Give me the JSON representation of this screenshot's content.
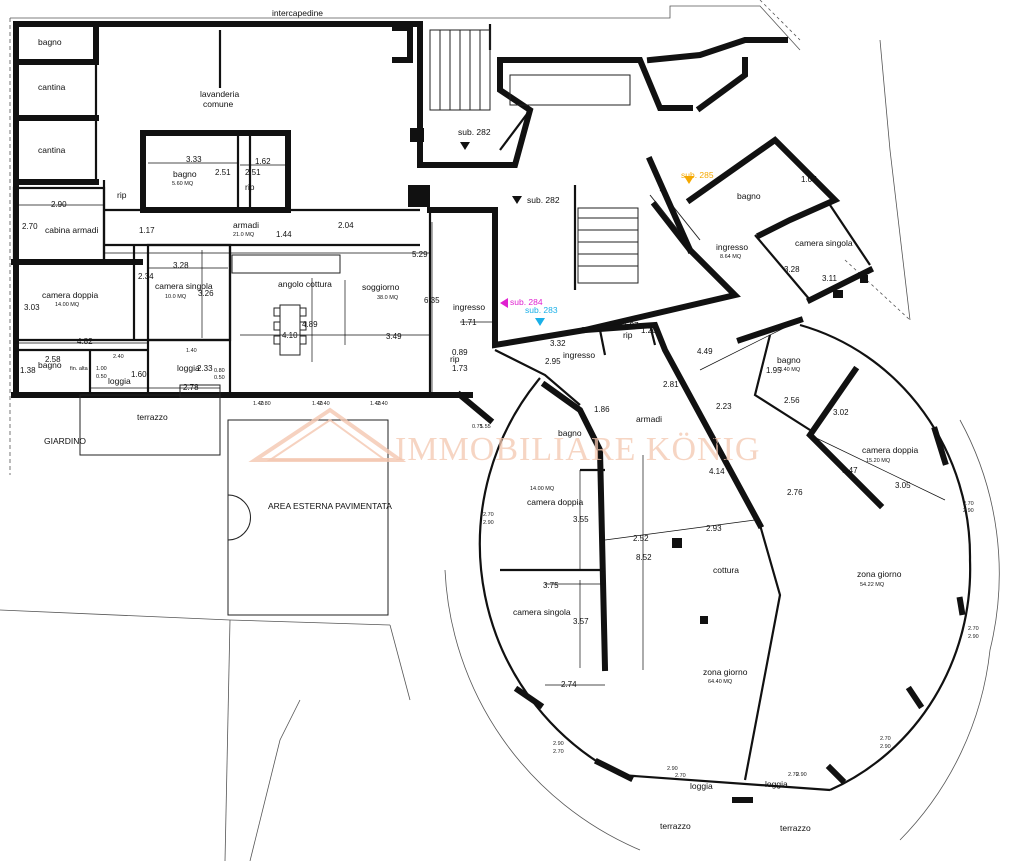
{
  "watermark": "IMMOBILIARE KÖNIG",
  "colors": {
    "sub285": "#f5a800",
    "sub284": "#e020d0",
    "sub283": "#1ab0e8",
    "watermark": "#f4c7b0"
  },
  "rooms": {
    "intercapedine": "intercapedine",
    "bagno_top": "bagno",
    "cantina1": "cantina",
    "cantina2": "cantina",
    "lavanderia1": "lavanderia",
    "lavanderia2": "comune",
    "bagno_mid": "bagno",
    "bagno_mid_area": "5.60 MQ",
    "rip1": "rip",
    "rip2": "rip",
    "cabina_armadi": "cabina armadi",
    "armadi_w": "armadi",
    "armadi_w_area": "21.0 MQ",
    "camera_doppia_w": "camera doppia",
    "camera_doppia_w_area": "14.00 MQ",
    "camera_singola_w": "camera singola",
    "camera_singola_w_area": "10.0 MQ",
    "angolo_cottura": "angolo cottura",
    "soggiorno": "soggiorno",
    "soggiorno_area": "38.0 MQ",
    "ingresso_w": "ingresso",
    "rip_w": "rip",
    "bagno_w": "bagno",
    "fin_alta": "fin. alta",
    "loggia_w1": "loggia",
    "loggia_w2": "loggia",
    "terrazzo_w": "terrazzo",
    "giardino": "GIARDINO",
    "area_esterna": "AREA ESTERNA PAVIMENTATA",
    "bagno_ne": "bagno",
    "ingresso_ne": "ingresso",
    "ingresso_ne_area": "8.64 MQ",
    "camera_singola_ne": "camera singola",
    "ingresso_c": "ingresso",
    "rip_c": "rip",
    "armadi_c": "armadi",
    "bagno_e": "bagno",
    "bagno_e_area": "3.40 MQ",
    "camera_doppia_e": "camera doppia",
    "camera_doppia_e_area": "15.20 MQ",
    "bagno_s": "bagno",
    "camera_doppia_s": "camera doppia",
    "camera_doppia_s_area": "14.00 MQ",
    "camera_singola_s": "camera singola",
    "cottura": "cottura",
    "zona_giorno_c": "zona giorno",
    "zona_giorno_c_area": "64.40 MQ",
    "zona_giorno_e": "zona giorno",
    "zona_giorno_e_area": "54.22 MQ",
    "loggia_s1": "loggia",
    "loggia_s2": "loggia",
    "terrazzo_s1": "terrazzo",
    "terrazzo_s2": "terrazzo"
  },
  "subs": {
    "sub282a": "sub. 282",
    "sub282b": "sub. 282",
    "sub285": "sub. 285",
    "sub284": "sub. 284",
    "sub283": "sub. 283"
  },
  "dims": {
    "d333": "3.33",
    "d251a": "2.51",
    "d162": "1.62",
    "d251b": "2.51",
    "d290": "2.90",
    "d270": "2.70",
    "d117": "1.17",
    "d144": "1.44",
    "d204": "2.04",
    "d529": "5.29",
    "d328w": "3.28",
    "d234": "2.34",
    "d326": "3.26",
    "d303": "3.03",
    "d489": "4.89",
    "d410": "4.10",
    "d349": "3.49",
    "d635": "6.35",
    "d171": "1.71",
    "d482": "4.82",
    "d258": "2.58",
    "d138": "1.38",
    "d100": "1.00",
    "d050a": "0.50",
    "d160": "1.60",
    "d233": "2.33",
    "d080": "0.80",
    "d050b": "0.50",
    "d278": "2.78",
    "d089": "0.89",
    "d173": "1.73",
    "d332": "3.32",
    "d295": "2.95",
    "d197": "1.97",
    "d120": "1.20",
    "d449": "4.49",
    "d281": "2.81",
    "d186": "1.86",
    "d223": "2.23",
    "d107": "1.07",
    "d328e": "3.28",
    "d311": "3.11",
    "d195": "1.95",
    "d256": "2.56",
    "d302": "3.02",
    "d347": "3.47",
    "d305": "3.05",
    "d276": "2.76",
    "d414": "4.14",
    "d293": "2.93",
    "d252": "2.52",
    "d852": "8.52",
    "d355": "3.55",
    "d375": "3.75",
    "d357": "3.57",
    "d274": "2.74"
  },
  "small_dims": {
    "s1": "2.70",
    "s2": "2.90",
    "s3": "2.70",
    "s4": "2.90",
    "s5": "2.70",
    "s6": "2.90",
    "s7": "2.70",
    "s8": "2.90",
    "s9": "2.90",
    "s10": "2.70",
    "s11": "2.90",
    "s12": "2.70",
    "s13": "2.70",
    "s14": "2.90",
    "s15": "1.40",
    "s16": "2.40",
    "s17": "1.40",
    "s18": "2.80",
    "s19": "1.40",
    "s20": "2.40",
    "s21": "1.40",
    "s22": "2.40",
    "s23": "0.75",
    "s24": "1.55"
  }
}
